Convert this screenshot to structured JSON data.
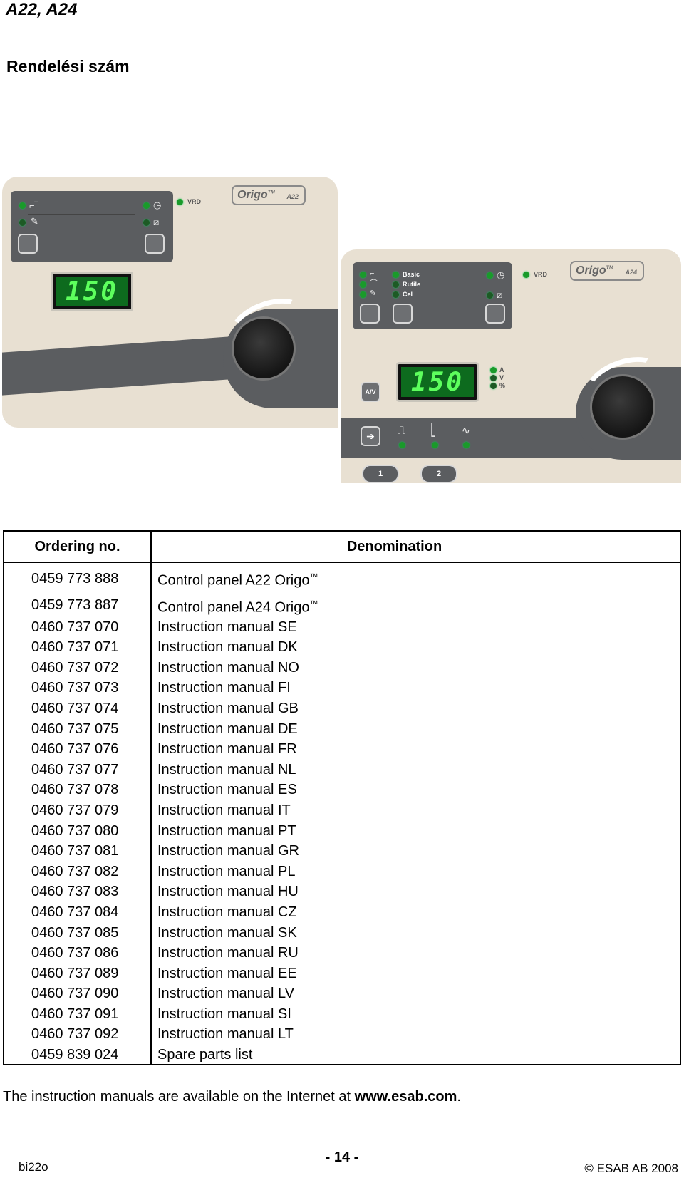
{
  "header": {
    "doc_title": "A22, A24"
  },
  "section": {
    "title": "Rendelési szám"
  },
  "panel_a22": {
    "brand": "Origo",
    "tm": "TM",
    "model": "A22",
    "vrd": "VRD",
    "display": "150"
  },
  "panel_a24": {
    "brand": "Origo",
    "tm": "TM",
    "model": "A24",
    "vrd": "VRD",
    "display": "150",
    "modes": [
      "Basic",
      "Rutile",
      "Cel"
    ],
    "units": [
      "A",
      "V",
      "%"
    ],
    "av_button": "A/V",
    "memory_buttons": [
      "1",
      "2"
    ]
  },
  "table": {
    "headers": [
      "Ordering no.",
      "Denomination"
    ],
    "rows": [
      [
        "0459 773 888",
        "Control panel A22 Origo"
      ],
      [
        "0459 773 887",
        "Control panel A24 Origo"
      ],
      [
        "0460 737 070",
        "Instruction manual SE"
      ],
      [
        "0460 737 071",
        "Instruction manual DK"
      ],
      [
        "0460 737 072",
        "Instruction manual NO"
      ],
      [
        "0460 737 073",
        "Instruction manual FI"
      ],
      [
        "0460 737 074",
        "Instruction manual GB"
      ],
      [
        "0460 737 075",
        "Instruction manual DE"
      ],
      [
        "0460 737 076",
        "Instruction manual FR"
      ],
      [
        "0460 737 077",
        "Instruction manual NL"
      ],
      [
        "0460 737 078",
        "Instruction manual ES"
      ],
      [
        "0460 737 079",
        "Instruction manual IT"
      ],
      [
        "0460 737 080",
        "Instruction manual PT"
      ],
      [
        "0460 737 081",
        "Instruction manual GR"
      ],
      [
        "0460 737 082",
        "Instruction manual PL"
      ],
      [
        "0460 737 083",
        "Instruction manual HU"
      ],
      [
        "0460 737 084",
        "Instruction manual CZ"
      ],
      [
        "0460 737 085",
        "Instruction manual SK"
      ],
      [
        "0460 737 086",
        "Instruction manual RU"
      ],
      [
        "0460 737 089",
        "Instruction manual EE"
      ],
      [
        "0460 737 090",
        "Instruction manual LV"
      ],
      [
        "0460 737 091",
        "Instruction manual SI"
      ],
      [
        "0460 737 092",
        "Instruction manual LT"
      ],
      [
        "0459 839 024",
        "Spare parts list"
      ]
    ],
    "tm_symbol": "™"
  },
  "footnote": {
    "text": "The instruction manuals are available on the Internet at ",
    "link": "www.esab.com",
    "end": "."
  },
  "footer": {
    "page": "- 14 -",
    "left": "bi22o",
    "right": "© ESAB AB 2008"
  },
  "colors": {
    "panel": "#e8e0d2",
    "dark": "#5b5d60",
    "led": "#1a9a2a",
    "lcd": "#5dff5d"
  }
}
